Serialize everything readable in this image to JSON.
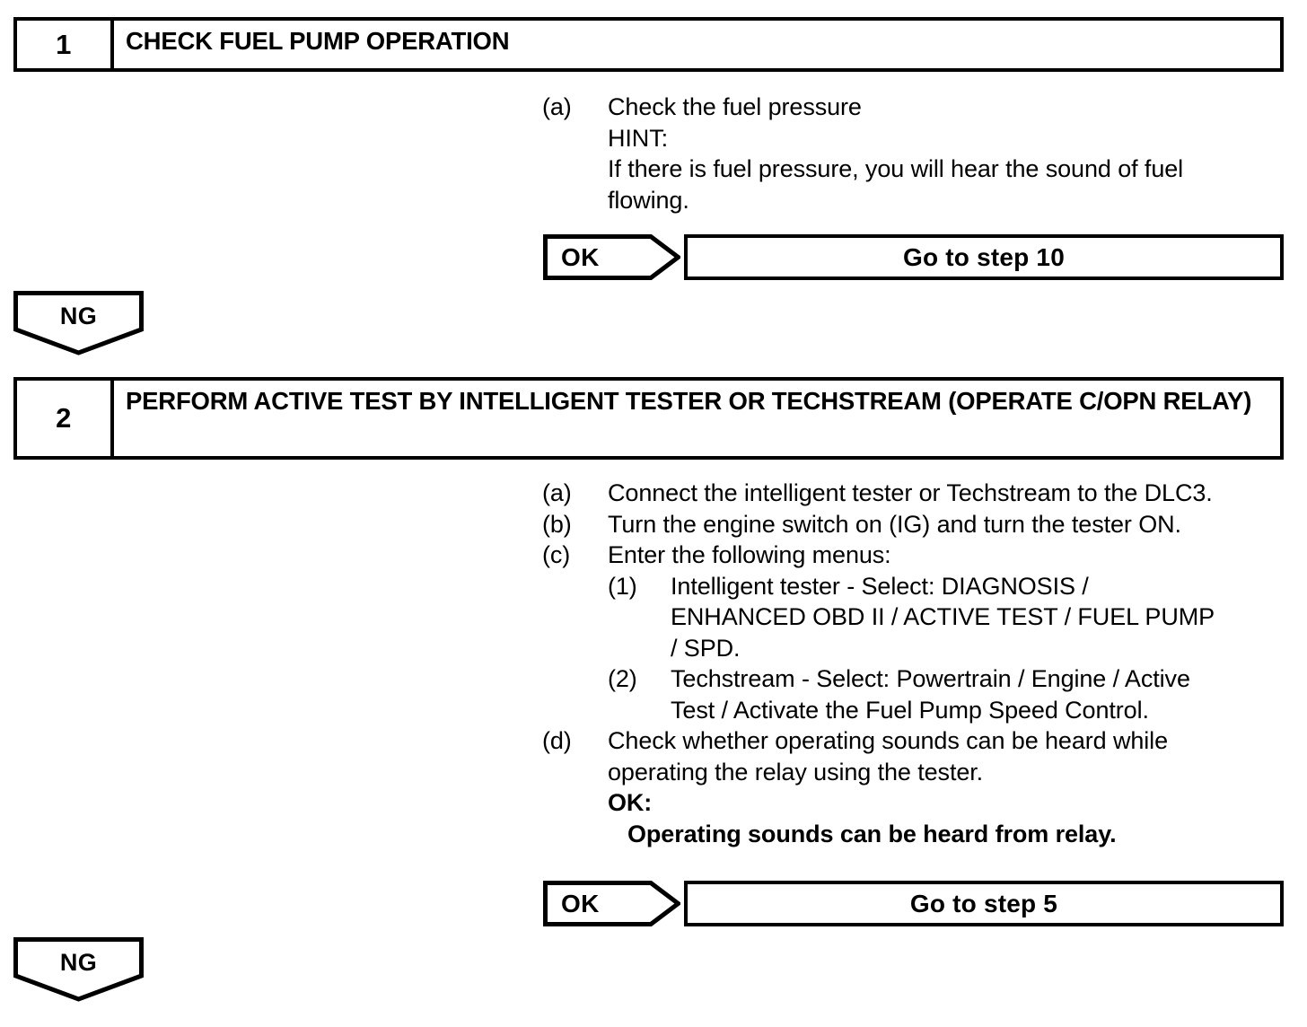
{
  "colors": {
    "ink": "#000000",
    "background": "#ffffff"
  },
  "steps": [
    {
      "number": "1",
      "title": "CHECK FUEL PUMP OPERATION",
      "items": [
        {
          "label": "(a)",
          "lines": [
            "Check the fuel pressure",
            "HINT:",
            "If there is fuel pressure, you will hear the sound of fuel",
            "flowing."
          ]
        }
      ],
      "result": {
        "condition": "OK",
        "action": "Go to step 10"
      },
      "fail": {
        "condition": "NG"
      }
    },
    {
      "number": "2",
      "title": "PERFORM ACTIVE TEST BY INTELLIGENT TESTER OR TECHSTREAM (OPERATE C/OPN RELAY)",
      "items": [
        {
          "label": "(a)",
          "lines": [
            "Connect the intelligent tester or Techstream to the DLC3."
          ]
        },
        {
          "label": "(b)",
          "lines": [
            "Turn the engine switch on (IG) and turn the tester ON."
          ]
        },
        {
          "label": "(c)",
          "lines": [
            "Enter the following menus:"
          ],
          "subitems": [
            {
              "label": "(1)",
              "lines": [
                "Intelligent tester - Select: DIAGNOSIS /",
                "ENHANCED OBD II / ACTIVE TEST / FUEL PUMP",
                "/ SPD."
              ]
            },
            {
              "label": "(2)",
              "lines": [
                "Techstream - Select: Powertrain / Engine / Active",
                "Test / Activate the Fuel Pump Speed Control."
              ]
            }
          ]
        },
        {
          "label": "(d)",
          "lines": [
            "Check whether operating sounds can be heard while",
            "operating the relay using the tester."
          ],
          "ok_label": "OK:",
          "ok_statement": "Operating sounds can be heard from relay."
        }
      ],
      "result": {
        "condition": "OK",
        "action": "Go to step 5"
      },
      "fail": {
        "condition": "NG"
      }
    }
  ]
}
